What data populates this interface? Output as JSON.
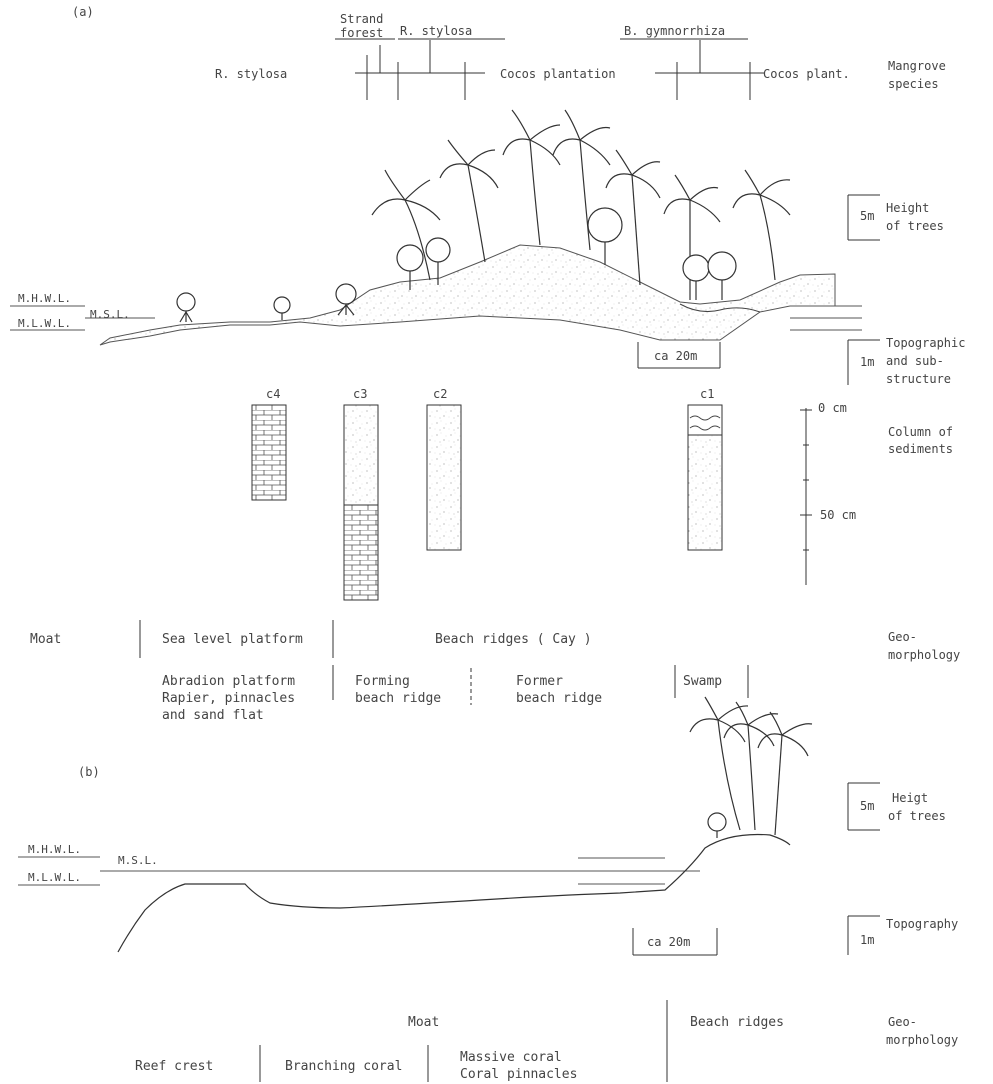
{
  "panel_a": {
    "label": "(a)",
    "species": {
      "strand_forest": [
        "Strand",
        "forest"
      ],
      "r_stylosa_left": "R. stylosa",
      "r_stylosa_top": "R. stylosa",
      "cocos_plantation": "Cocos plantation",
      "b_gymnorrhiza": "B. gymnorrhiza",
      "cocos_plant": "Cocos plant.",
      "axis_label": [
        "Mangrove",
        "species"
      ]
    },
    "water_levels": {
      "mhwl": "M.H.W.L.",
      "msl": "M.S.L.",
      "mlwl": "M.L.W.L."
    },
    "height_scale": {
      "value": "5m",
      "label": [
        "Height",
        "of trees"
      ]
    },
    "topo_scale": {
      "value": "1m",
      "label": [
        "Topographic",
        "and sub-",
        "structure"
      ]
    },
    "distance_scale": "ca 20m",
    "cores": [
      "c4",
      "c3",
      "c2",
      "c1"
    ],
    "depth_scale": {
      "top": "0 cm",
      "mid": "50 cm",
      "label": [
        "Column of",
        "sediments"
      ]
    },
    "geomorphology": {
      "moat": "Moat",
      "sea_level_platform": "Sea level platform",
      "beach_ridges_cay": "Beach ridges ( Cay )",
      "abrasion": [
        "Abradion platform",
        "Rapier, pinnacles",
        "and sand flat"
      ],
      "forming": [
        "Forming",
        "beach ridge"
      ],
      "former": [
        "Former",
        "beach ridge"
      ],
      "swamp": "Swamp",
      "axis_label": [
        "Geo-",
        "morphology"
      ]
    }
  },
  "panel_b": {
    "label": "(b)",
    "water_levels": {
      "mhwl": "M.H.W.L.",
      "msl": "M.S.L.",
      "mlwl": "M.L.W.L."
    },
    "height_scale": {
      "value": "5m",
      "label": [
        "Heigt",
        "of trees"
      ]
    },
    "topo_scale": {
      "value": "1m",
      "label": "Topography"
    },
    "distance_scale": "ca 20m",
    "geomorphology": {
      "moat": "Moat",
      "beach_ridges": "Beach ridges",
      "reef_crest": "Reef crest",
      "branching_coral": "Branching coral",
      "massive": [
        "Massive coral",
        "Coral pinnacles"
      ],
      "axis_label": [
        "Geo-",
        "morphology"
      ]
    }
  }
}
